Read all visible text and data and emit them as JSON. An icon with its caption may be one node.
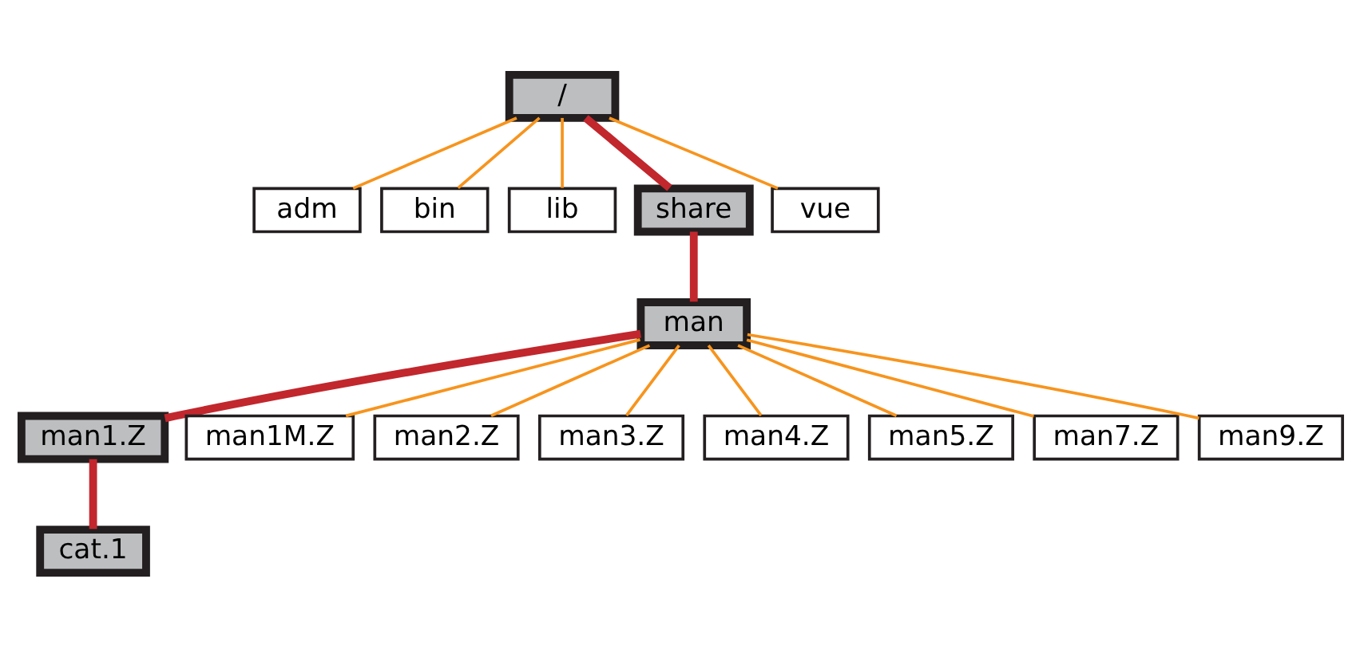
{
  "diagram": {
    "nodes": [
      {
        "text": [
          "/"
        ]
      },
      {
        "text": [
          "adm"
        ]
      },
      {
        "text": [
          "bin"
        ]
      },
      {
        "text": [
          "lib"
        ]
      },
      {
        "text": [
          "share"
        ]
      },
      {
        "text": [
          "vue"
        ]
      },
      {
        "text": [
          "man"
        ]
      },
      {
        "text": [
          "man1.Z"
        ]
      },
      {
        "text": [
          "man1M.Z"
        ]
      },
      {
        "text": [
          "man2.Z"
        ]
      },
      {
        "text": [
          "man3.Z"
        ]
      },
      {
        "text": [
          "man4.Z"
        ]
      },
      {
        "text": [
          "man5.Z"
        ]
      },
      {
        "text": [
          "man7.Z"
        ]
      },
      {
        "text": [
          "man9.Z"
        ]
      },
      {
        "text": [
          "cat.1"
        ]
      }
    ],
    "edges": [
      {
        "from": 0,
        "to": 1,
        "arrow": "none"
      },
      {
        "from": 0,
        "to": 2,
        "arrow": "none"
      },
      {
        "from": 0,
        "to": 3,
        "arrow": "none"
      },
      {
        "from": 0,
        "to": 4,
        "arrow": "none",
        "style": "thick",
        "color": "#c1272d"
      },
      {
        "from": 0,
        "to": 5,
        "arrow": "none"
      },
      {
        "from": 4,
        "to": 6,
        "arrow": "none",
        "style": "thick",
        "color": "#c1272d"
      },
      {
        "from": 6,
        "to": 7,
        "arrow": "none",
        "style": "thick",
        "color": "#c1272d"
      },
      {
        "from": 6,
        "to": 8,
        "arrow": "none"
      },
      {
        "from": 6,
        "to": 9,
        "arrow": "none"
      },
      {
        "from": 6,
        "to": 10,
        "arrow": "none"
      },
      {
        "from": 6,
        "to": 11,
        "arrow": "none"
      },
      {
        "from": 6,
        "to": 12,
        "arrow": "none"
      },
      {
        "from": 6,
        "to": 13,
        "arrow": "none"
      },
      {
        "from": 6,
        "to": 14,
        "arrow": "none"
      },
      {
        "from": 7,
        "to": 15,
        "arrow": "none",
        "style": "thick",
        "color": "#c1272d"
      }
    ]
  }
}
